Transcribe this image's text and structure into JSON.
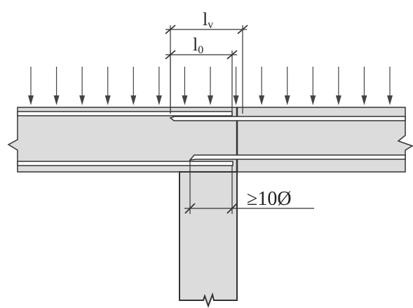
{
  "labels": {
    "lv_main": "l",
    "lv_sub": "v",
    "l0_main": "l",
    "l0_sub": "0",
    "min_anchorage": "≥10Ø"
  },
  "load": {
    "arrow_count": 15
  },
  "colors": {
    "concrete": "#dcdcdc",
    "outline": "#333333",
    "rebar_fill": "#ffffff",
    "arrow": "#444444"
  }
}
